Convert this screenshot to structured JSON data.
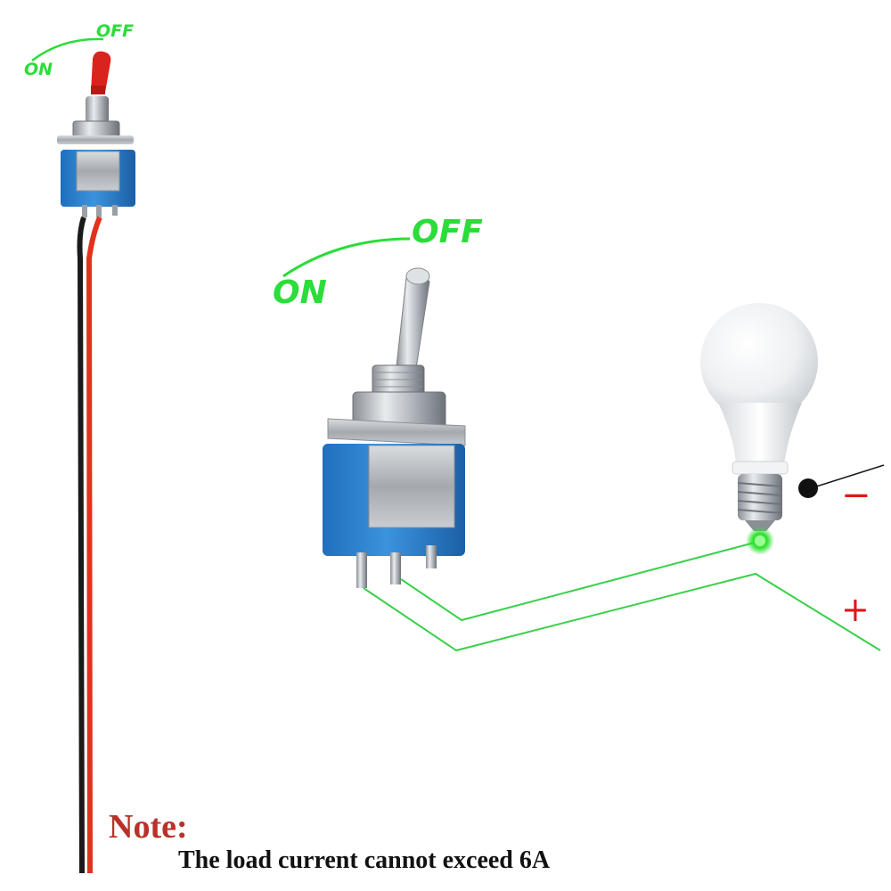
{
  "labels": {
    "small_switch": {
      "off": "OFF",
      "on": "ON"
    },
    "large_switch": {
      "off": "OFF",
      "on": "ON"
    },
    "negative": "−",
    "positive": "+"
  },
  "note": {
    "title": "Note:",
    "text": "The load current cannot exceed 6A"
  },
  "colors": {
    "label_green": "#2bdc3a",
    "wire_green": "#3ad04a",
    "switch_body": "#2f86d0",
    "toggle_cap": "#d8241c",
    "wire_red": "#e2321e",
    "wire_black": "#1a1a1a",
    "note_title": "#b8322a",
    "polarity": "#e01818"
  }
}
